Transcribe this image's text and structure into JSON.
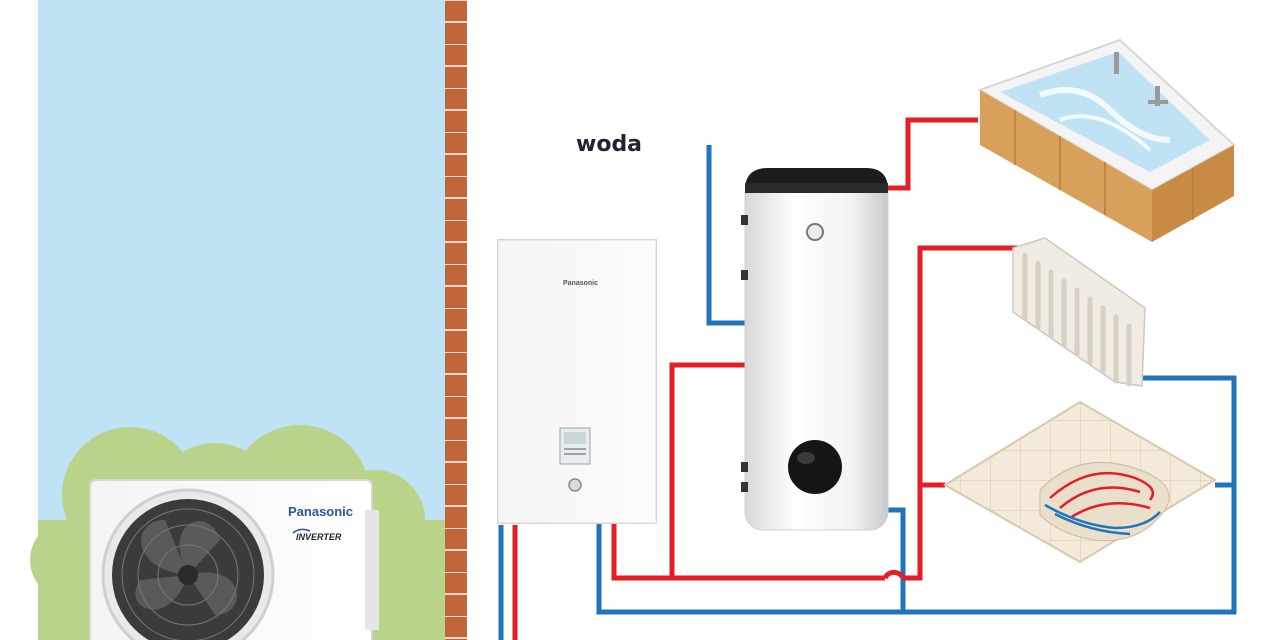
{
  "labels": {
    "water": "woda"
  },
  "outdoor_unit": {
    "brand": "Panasonic",
    "badge": "INVERTER"
  },
  "indoor_unit": {
    "brand": "Panasonic"
  },
  "colors": {
    "sky": "#bfe3f5",
    "hot_pipe": "#e31e24",
    "cold_pipe": "#1f74bb",
    "brick": "#c0663a",
    "bush": "#b9d48a",
    "tank": "#f1f1f1",
    "bath_wood": "#d9a05b"
  }
}
